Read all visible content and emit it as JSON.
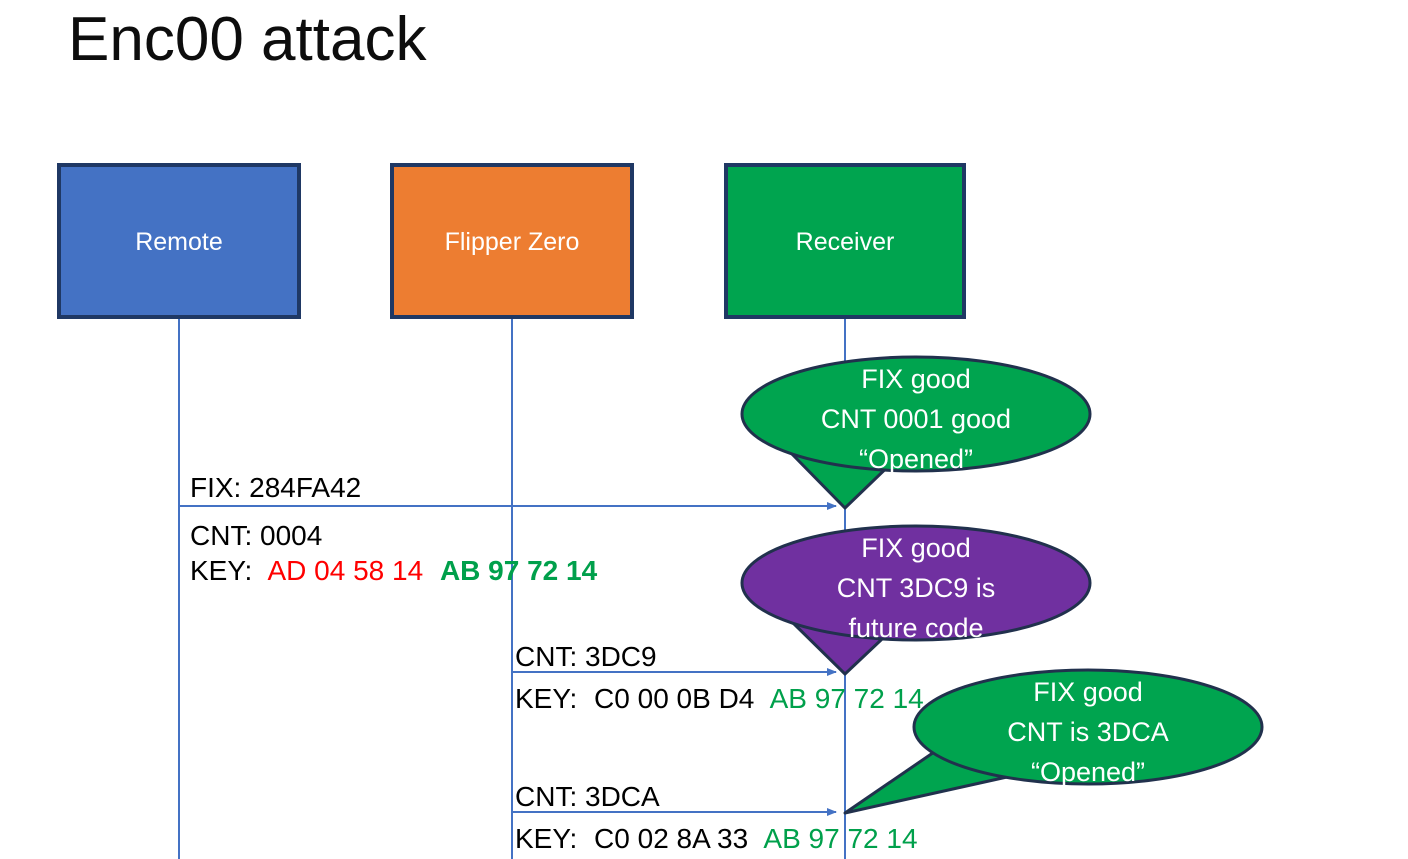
{
  "title": "Enc00 attack",
  "colors": {
    "remote_fill": "#4472C4",
    "flipper_fill": "#ED7D31",
    "receiver_fill": "#00A44F",
    "box_border": "#1F3864",
    "lifeline": "#4472C4",
    "bubble_green": "#00A44F",
    "bubble_purple": "#7030A0",
    "bubble_border": "#21314D",
    "key_red": "#FF0000",
    "key_green": "#00A04B",
    "text_black": "#000000",
    "background": "#FFFFFF"
  },
  "actors": [
    {
      "id": "remote",
      "label": "Remote"
    },
    {
      "id": "flipper",
      "label": "Flipper Zero"
    },
    {
      "id": "receiver",
      "label": "Receiver"
    }
  ],
  "messages": [
    {
      "id": "msg-1",
      "from": "remote",
      "to": "receiver",
      "lines": [
        {
          "text": "FIX: 284FA42",
          "color": "text_black"
        },
        {
          "text": "CNT: 0004",
          "color": "text_black"
        }
      ],
      "key_label": "KEY:",
      "key_segments": [
        {
          "text": "AD 04 58 14",
          "color": "key_red",
          "bold": false
        },
        {
          "text": "AB 97 72 14",
          "color": "key_green",
          "bold": true
        }
      ]
    },
    {
      "id": "msg-2",
      "from": "flipper",
      "to": "receiver",
      "lines": [
        {
          "text": "CNT: 3DC9",
          "color": "text_black"
        }
      ],
      "key_label": "KEY:",
      "key_segments": [
        {
          "text": "C0 00 0B D4",
          "color": "text_black",
          "bold": false
        },
        {
          "text": "AB 97 72 14",
          "color": "key_green",
          "bold": false
        }
      ]
    },
    {
      "id": "msg-3",
      "from": "flipper",
      "to": "receiver",
      "lines": [
        {
          "text": "CNT: 3DCA",
          "color": "text_black"
        }
      ],
      "key_label": "KEY:",
      "key_segments": [
        {
          "text": "C0 02 8A 33",
          "color": "text_black",
          "bold": false
        },
        {
          "text": "AB 97 72 14",
          "color": "key_green",
          "bold": false
        }
      ]
    }
  ],
  "callouts": [
    {
      "id": "callout-1",
      "style": "green",
      "lines": [
        "FIX good",
        "CNT 0001 good",
        "“Opened”"
      ]
    },
    {
      "id": "callout-2",
      "style": "purple",
      "lines": [
        "FIX good",
        "CNT 3DC9 is",
        "future code"
      ]
    },
    {
      "id": "callout-3",
      "style": "green",
      "lines": [
        "FIX good",
        "CNT is 3DCA",
        "“Opened”"
      ]
    }
  ]
}
